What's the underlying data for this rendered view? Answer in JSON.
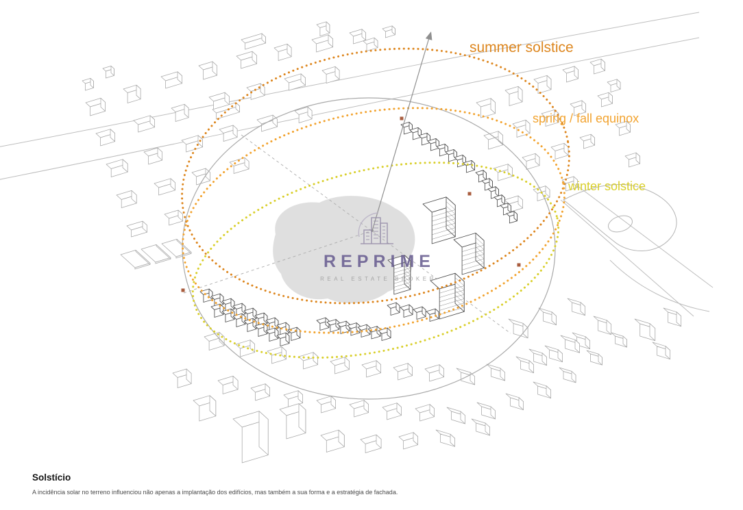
{
  "page": {
    "background": "#ffffff"
  },
  "diagram": {
    "sun_paths": {
      "summer": {
        "label": "summer solstice",
        "color": "#dd861e"
      },
      "equinox": {
        "label": "spring / fall equinox",
        "color": "#f2a32f"
      },
      "winter": {
        "label": "winter solstice",
        "color": "#d9cf2b"
      }
    },
    "circle_color": "#a8a8a8",
    "marker_color": "#a85c3e",
    "icons": {
      "north_arrow": "thin diagonal arrow pointing up",
      "sun_position_marker": "small square dot",
      "brand_building": "outlined high-rise buildings with swoosh"
    }
  },
  "watermark": {
    "brand": "REPRIME",
    "tagline": "REAL ESTATE BROKER",
    "brand_color": "#655a8e"
  },
  "caption": {
    "title": "Solstício",
    "body": "A incidência solar no terreno influenciou não apenas a implantação dos edifícios, mas também a sua forma e a estratégia de fachada."
  }
}
